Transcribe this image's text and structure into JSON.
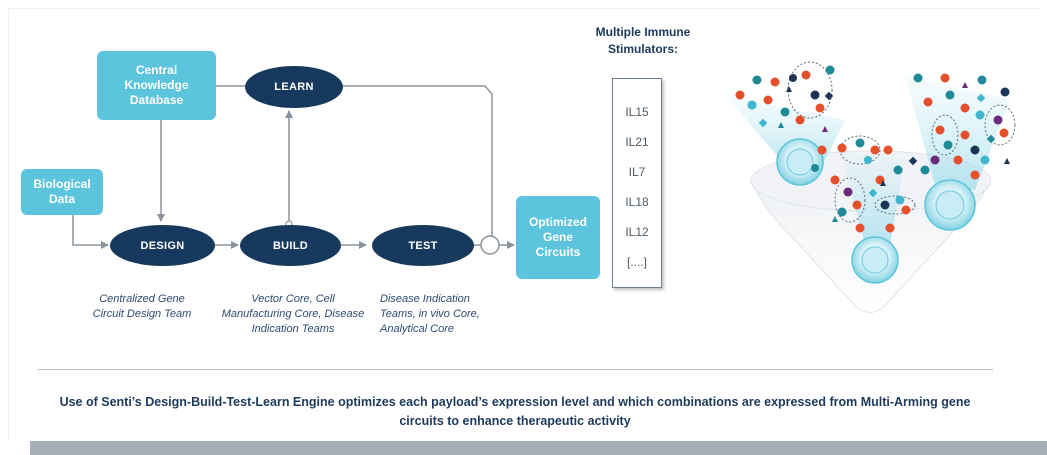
{
  "boxes": {
    "knowledge_db": "Central Knowledge Database",
    "bio_data": "Biological Data",
    "optimized": "Optimized Gene Circuits"
  },
  "stages": {
    "learn": "LEARN",
    "design": "DESIGN",
    "build": "BUILD",
    "test": "TEST"
  },
  "captions": {
    "design": "Centralized Gene Circuit Design Team",
    "build": "Vector Core, Cell Manufacturing Core, Disease Indication Teams",
    "test": "Disease Indication Teams, in vivo Core, Analytical Core"
  },
  "stimulators": {
    "title": "Multiple Immune Stimulators:",
    "items": [
      "IL15",
      "IL21",
      "IL7",
      "IL18",
      "IL12",
      "[....]"
    ]
  },
  "summary": "Use of Senti’s Design-Build-Test-Learn Engine optimizes each payload’s expression level and which combinations are expressed from Multi-Arming gene circuits to enhance therapeutic activity",
  "colors": {
    "box": "#5cc4dd",
    "oval": "#18395e",
    "arrow": "#8a939b",
    "caption": "#2f4a72",
    "dot_red": "#e4502b",
    "dot_teal": "#1f8b98",
    "dot_navy": "#1c3556",
    "dot_purple": "#6b2a7a",
    "dot_cyan": "#3fb6cf"
  }
}
